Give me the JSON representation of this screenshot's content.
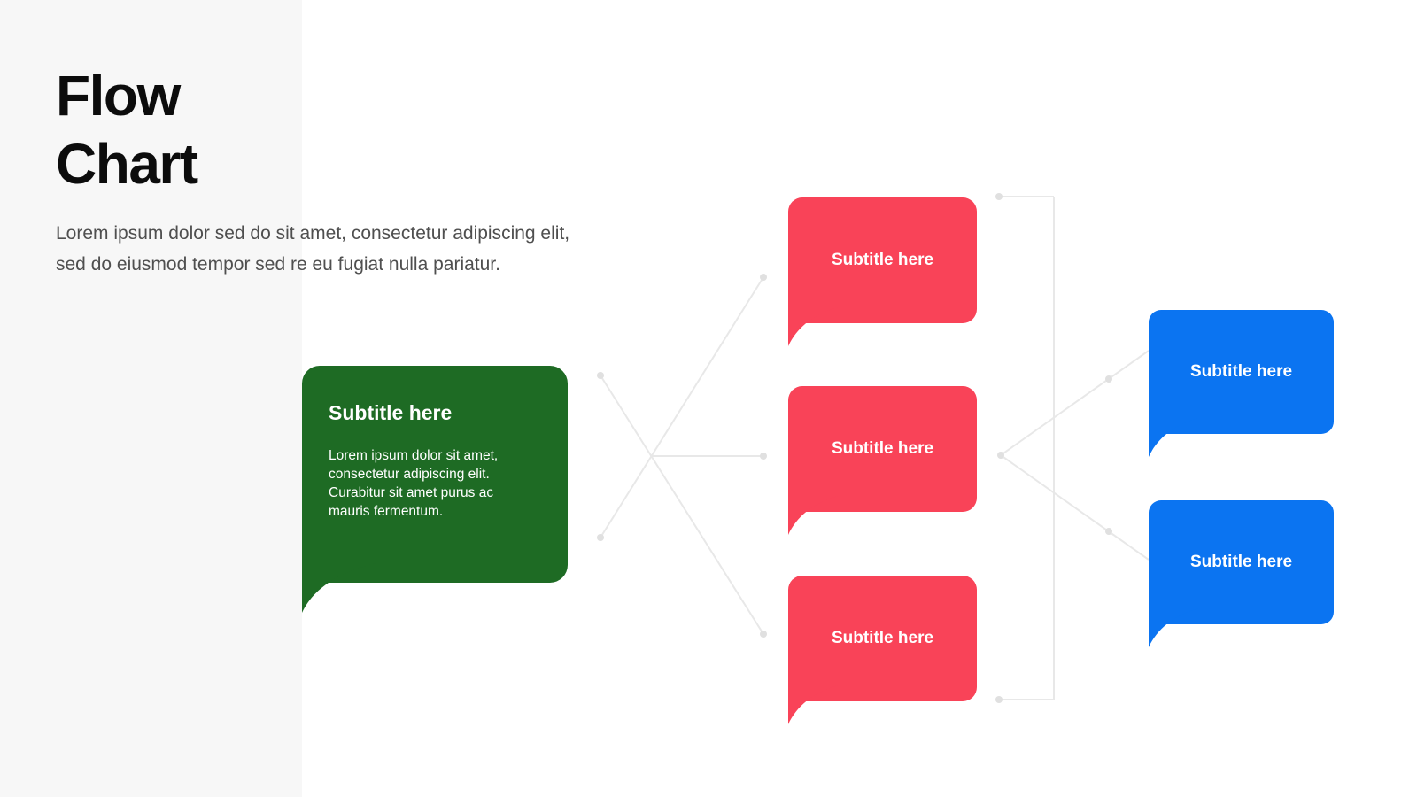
{
  "header": {
    "title_line1": "Flow",
    "title_line2": "Chart",
    "description": "Lorem ipsum dolor sed do sit amet, consectetur adipiscing elit, sed do eiusmod tempor sed re eu fugiat nulla pariatur."
  },
  "flow": {
    "root": {
      "title": "Subtitle here",
      "body": "Lorem ipsum dolor sit amet, consectetur adipiscing elit. Curabitur sit amet purus ac mauris fermentum."
    },
    "middle": [
      {
        "label": "Subtitle here"
      },
      {
        "label": "Subtitle here"
      },
      {
        "label": "Subtitle here"
      }
    ],
    "right": [
      {
        "label": "Subtitle here"
      },
      {
        "label": "Subtitle here"
      }
    ]
  },
  "colors": {
    "panel": "#f7f7f7",
    "title_color": "#0c0c0c",
    "text_gray": "#4f4f4f",
    "green": "#1e6b24",
    "red": "#f94358",
    "blue": "#0b74f1",
    "connector": "#e8e8e8",
    "dot": "#e0e0e0"
  }
}
